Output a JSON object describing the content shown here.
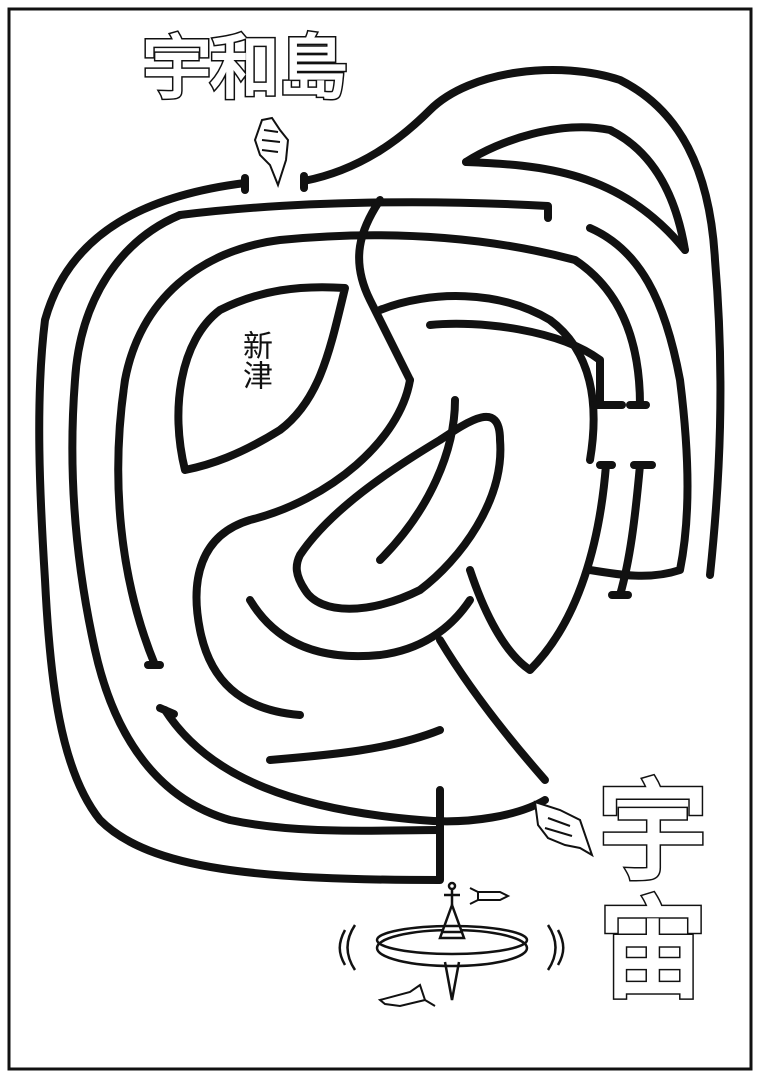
{
  "page": {
    "background": "#ffffff",
    "ink_color": "#111111"
  },
  "start_label": "宇和島",
  "goal_label_top": "宇",
  "goal_label_bottom": "宙",
  "midpoint_label": "新津",
  "icons": {
    "start_pointer": "pointing-hand-icon",
    "goal_pointer": "pointing-hand-icon",
    "spaceship": "spinning-top-ufo-icon",
    "small_rocket": "rocket-icon",
    "arrow_ship": "arrow-ship-icon"
  }
}
